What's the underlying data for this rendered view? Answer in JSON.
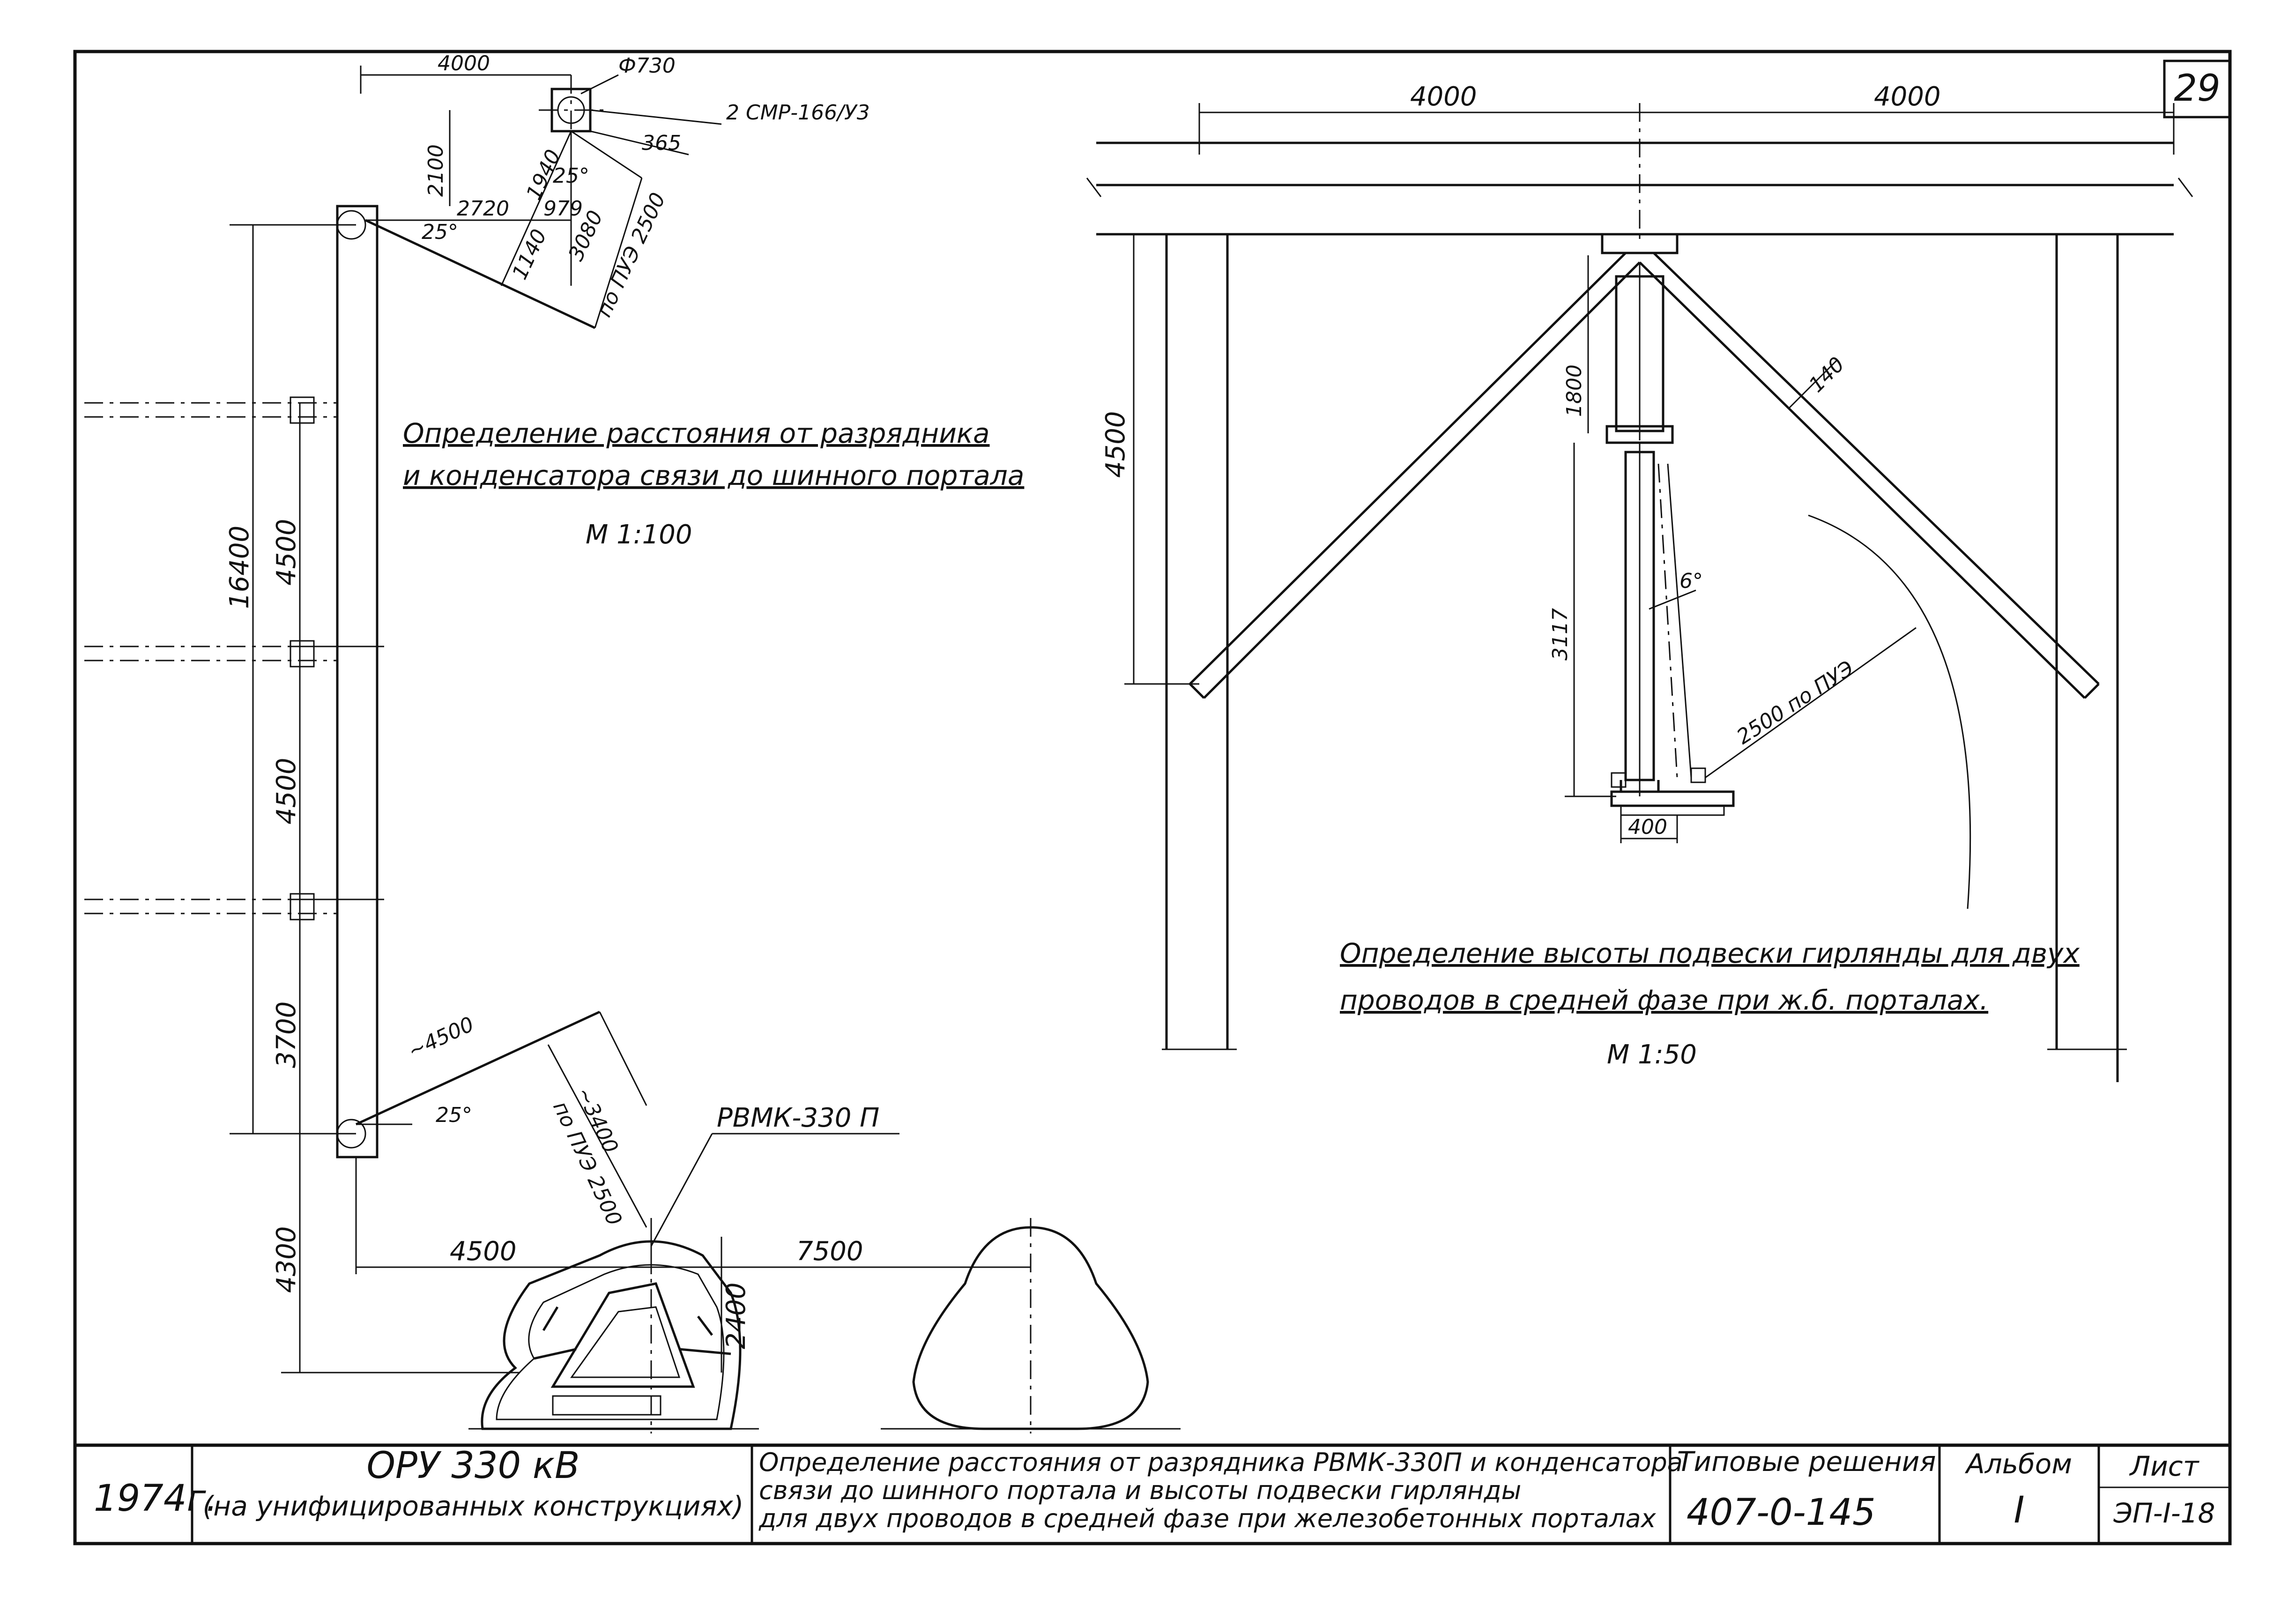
{
  "sheet_number": "29",
  "dims_left_top": {
    "d4000": "4000",
    "d730": "Ф730",
    "d2100": "2100",
    "d2720": "2720",
    "d1940": "1940",
    "d979": "979",
    "d25a": "25°",
    "d25b": "25°",
    "d1140": "1140",
    "d3080": "3080",
    "d365": "365",
    "pue2500": "по ПУЭ 2500",
    "smr": "2 СМР-166/У3"
  },
  "dims_left_vertical": {
    "d16400": "16400",
    "d4500a": "4500",
    "d4500b": "4500",
    "d3700": "3700",
    "d4300": "4300"
  },
  "dims_left_bottom": {
    "d4500diag": "~4500",
    "d25": "25°",
    "d3400": "~3400",
    "pue2500": "по ПУЭ 2500",
    "rvmk": "РВМК-330 П",
    "d4500h": "4500",
    "d7500h": "7500",
    "d2400": "2400"
  },
  "caption_left": {
    "line1": "Определение расстояния от разрядника",
    "line2": "и конденсатора связи до шинного портала",
    "scale": "М 1:100"
  },
  "dims_right": {
    "d4000a": "4000",
    "d4000b": "4000",
    "d4500": "4500",
    "d1800": "1800",
    "d140": "140",
    "d6": "6°",
    "d3117": "3117",
    "d2500": "2500 по ПУЭ",
    "d400": "400"
  },
  "caption_right": {
    "line1": "Определение высоты подвески гирлянды для двух",
    "line2": "проводов в средней фазе при ж.б. порталах.",
    "scale": "М 1:50"
  },
  "title_block": {
    "year": "1974г.",
    "project_line1": "ОРУ 330 кВ",
    "project_line2": "(на унифицированных конструкциях)",
    "desc_line1": "Определение расстояния от разрядника РВМК-330П и конденсатора",
    "desc_line2": "связи до шинного портала и высоты подвески гирлянды",
    "desc_line3": "для двух проводов в средней фазе при железобетонных порталах",
    "typical_label": "Типовые решения",
    "typical_number": "407-0-145",
    "album_label": "Альбом",
    "album_value": "I",
    "sheet_label": "Лист",
    "sheet_value": "ЭП-I-18"
  }
}
